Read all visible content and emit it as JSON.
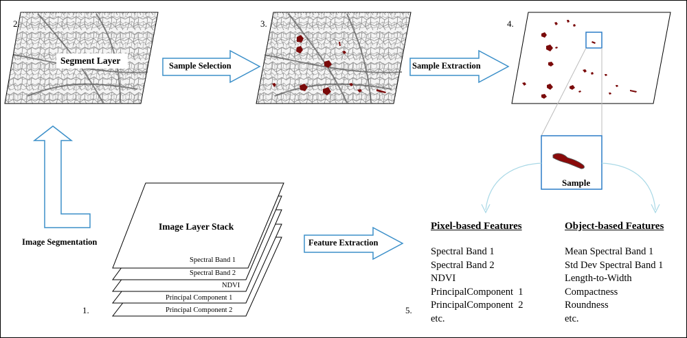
{
  "steps": {
    "s1": "1.",
    "s2": "2.",
    "s3": "3.",
    "s4": "4.",
    "s5": "5."
  },
  "panels": {
    "segment_layer": "Segment Layer",
    "image_layer_stack": "Image Layer Stack",
    "sample": "Sample"
  },
  "arrows": {
    "sample_selection": "Sample Selection",
    "sample_extraction": "Sample Extraction",
    "feature_extraction": "Feature Extraction",
    "image_segmentation": "Image Segmentation"
  },
  "layers": [
    "Spectral Band 1",
    "Spectral Band 2",
    "NDVI",
    "Principal Component 1",
    "Principal Component 2"
  ],
  "pixel_features": {
    "title": "Pixel-based Features",
    "items": [
      "Spectral Band 1",
      "Spectral Band 2",
      "NDVI",
      "PrincipalComponent  1",
      "PrincipalComponent  2",
      "etc."
    ]
  },
  "object_features": {
    "title": "Object-based Features",
    "items": [
      "Mean Spectral Band 1",
      "Std Dev Spectral Band 1",
      "Length-to-Width",
      "Compactness",
      "Roundness",
      "etc."
    ]
  },
  "colors": {
    "arrow_outline": "#3b8fc9",
    "sample_fill": "#7a0a0a",
    "curve": "#a8d8e6",
    "segment_lines": "#777777"
  }
}
